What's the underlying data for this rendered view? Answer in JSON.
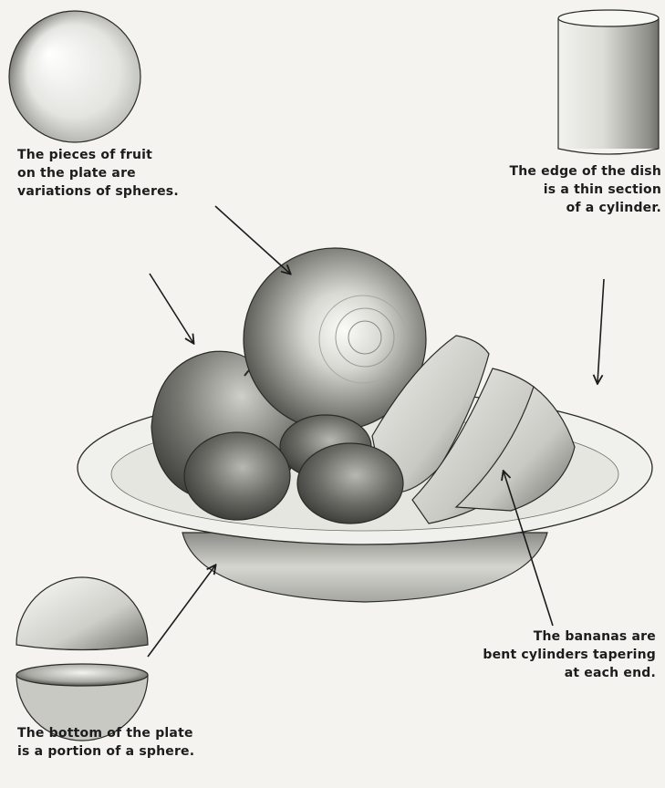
{
  "captions": {
    "fruit_spheres": {
      "lines": [
        "The pieces of fruit",
        "on the plate are",
        "variations of spheres."
      ]
    },
    "dish_edge": {
      "lines": [
        "The edge of the dish",
        "is a thin section",
        "of a cylinder."
      ]
    },
    "bananas": {
      "lines": [
        "The bananas are",
        "bent cylinders tapering",
        "at each end."
      ]
    },
    "plate_bottom": {
      "lines": [
        "The bottom of the plate",
        "is a portion of a sphere."
      ]
    }
  },
  "illustration": {
    "style": "pencil shading",
    "shapes": [
      "sphere",
      "cylinder",
      "half-sphere-top",
      "half-sphere-bowl",
      "fruit-bowl"
    ],
    "colors": {
      "paper": "#f4f3ef",
      "graphite": "#3a3a3a",
      "ink": "#1c1c1c"
    }
  }
}
